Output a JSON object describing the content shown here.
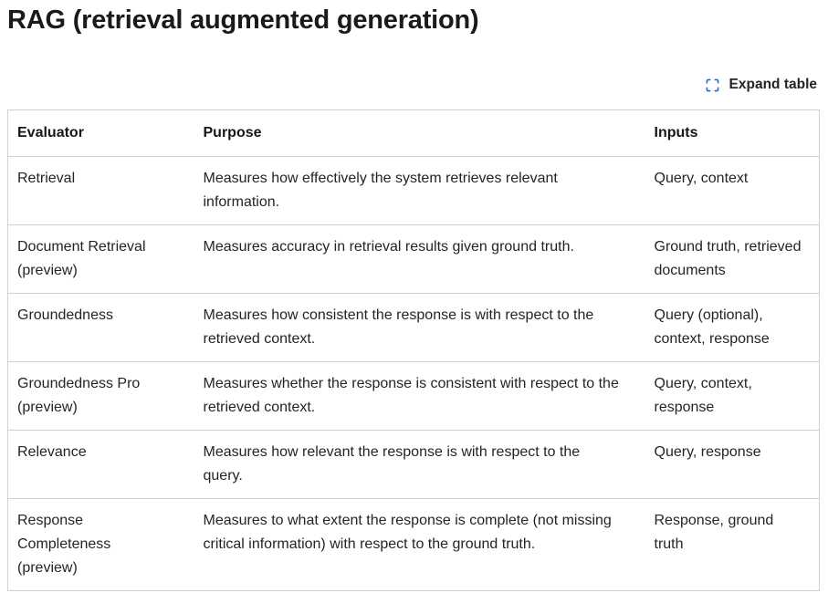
{
  "page": {
    "title": "RAG (retrieval augmented generation)"
  },
  "toolbar": {
    "expand_label": "Expand table"
  },
  "colors": {
    "accent_icon_blue": "#2866c5",
    "table_border": "#d1d1d1",
    "heading_text": "#1a1a1a",
    "body_text": "#242424"
  },
  "table": {
    "columns": [
      "Evaluator",
      "Purpose",
      "Inputs"
    ],
    "rows": [
      {
        "evaluator": "Retrieval",
        "purpose": "Measures how effectively the system retrieves relevant information.",
        "inputs": "Query, context"
      },
      {
        "evaluator": "Document Retrieval (preview)",
        "purpose": "Measures accuracy in retrieval results given ground truth.",
        "inputs": "Ground truth, retrieved documents"
      },
      {
        "evaluator": "Groundedness",
        "purpose": "Measures how consistent the response is with respect to the retrieved context.",
        "inputs": "Query (optional), context, response"
      },
      {
        "evaluator": "Groundedness Pro (preview)",
        "purpose": "Measures whether the response is consistent with respect to the retrieved context.",
        "inputs": "Query, context, response"
      },
      {
        "evaluator": "Relevance",
        "purpose": "Measures how relevant the response is with respect to the query.",
        "inputs": "Query, response"
      },
      {
        "evaluator": "Response Completeness (preview)",
        "purpose": "Measures to what extent the response is complete (not missing critical information) with respect to the ground truth.",
        "inputs": "Response, ground truth"
      }
    ]
  }
}
